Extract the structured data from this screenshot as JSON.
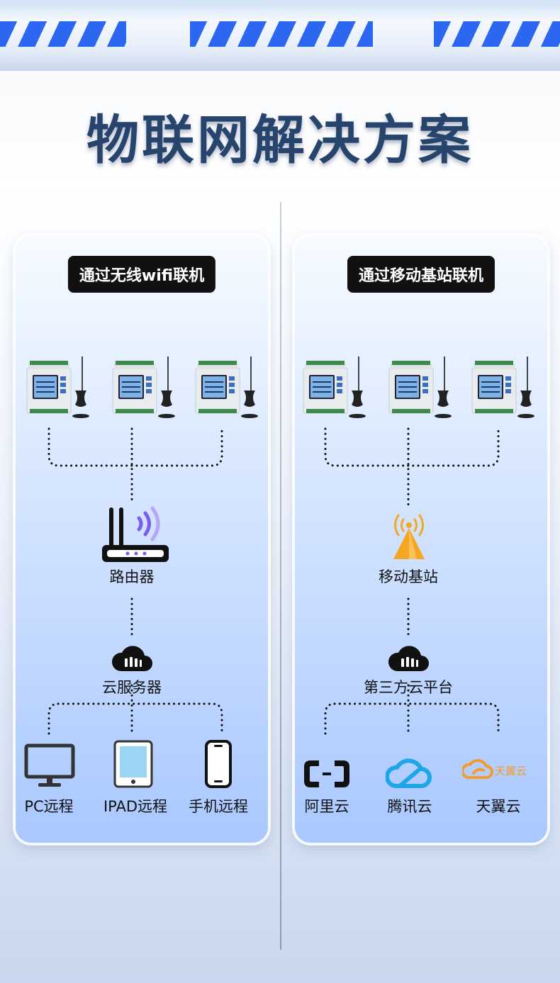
{
  "header": {
    "title": "物联网解决方案"
  },
  "left_panel": {
    "badge": "通过无线wifi联机",
    "hub_label": "路由器",
    "cloud_label": "云服务器",
    "endpoints": [
      {
        "label": "PC远程",
        "icon": "monitor-icon"
      },
      {
        "label": "IPAD远程",
        "icon": "tablet-icon"
      },
      {
        "label": "手机远程",
        "icon": "phone-icon"
      }
    ]
  },
  "right_panel": {
    "badge": "通过移动基站联机",
    "hub_label": "移动基站",
    "cloud_label": "第三方云平台",
    "endpoints": [
      {
        "label": "阿里云",
        "icon": "aliyun-logo-icon"
      },
      {
        "label": "腾讯云",
        "icon": "tencent-cloud-logo-icon"
      },
      {
        "label": "天翼云",
        "icon": "tianyi-cloud-logo-icon",
        "logo_text": "天翼云"
      }
    ]
  },
  "colors": {
    "stripe_blue": "#2b67f0",
    "title": "#27446d",
    "badge_bg": "#111111",
    "router_wave": "#7b5cf0",
    "tower_orange": "#f5a623",
    "tencent_blue": "#1fa6e8",
    "tianyi_orange": "#f59b2d"
  }
}
